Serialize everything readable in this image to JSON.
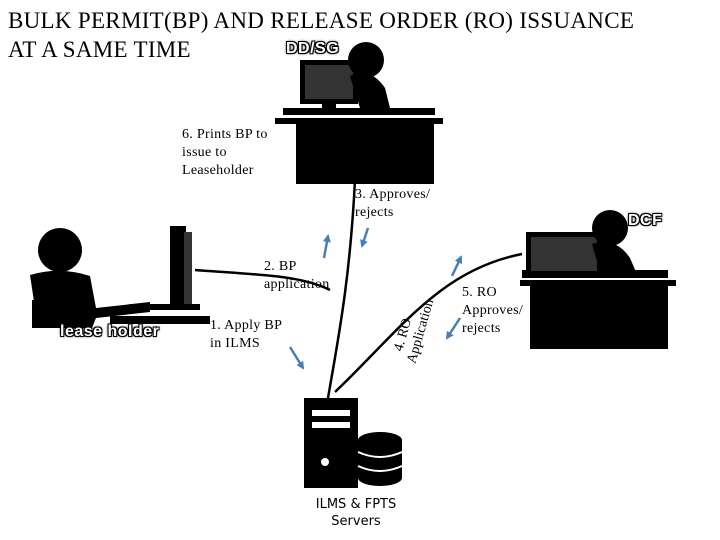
{
  "title": {
    "line1": "BULK PERMIT(BP) AND RELEASE ORDER (RO) ISSUANCE",
    "line2": "AT A SAME TIME"
  },
  "actors": {
    "dd_sg": "DD/SG",
    "dcf": "DCF",
    "lease_holder": "lease holder"
  },
  "steps": {
    "step1": "1. Apply BP\nin ILMS",
    "step2": "2.  BP\napplication",
    "step3": "3. Approves/\nrejects",
    "step4": "4. RO\nApplication",
    "step5": "5. RO\nApproves/\nrejects",
    "step6": "6.  Prints BP to\nissue to\nLeaseholder"
  },
  "server": {
    "label": "ILMS & FPTS\nServers"
  },
  "colors": {
    "arrow": "#4a7fb5",
    "ink": "#000000"
  }
}
